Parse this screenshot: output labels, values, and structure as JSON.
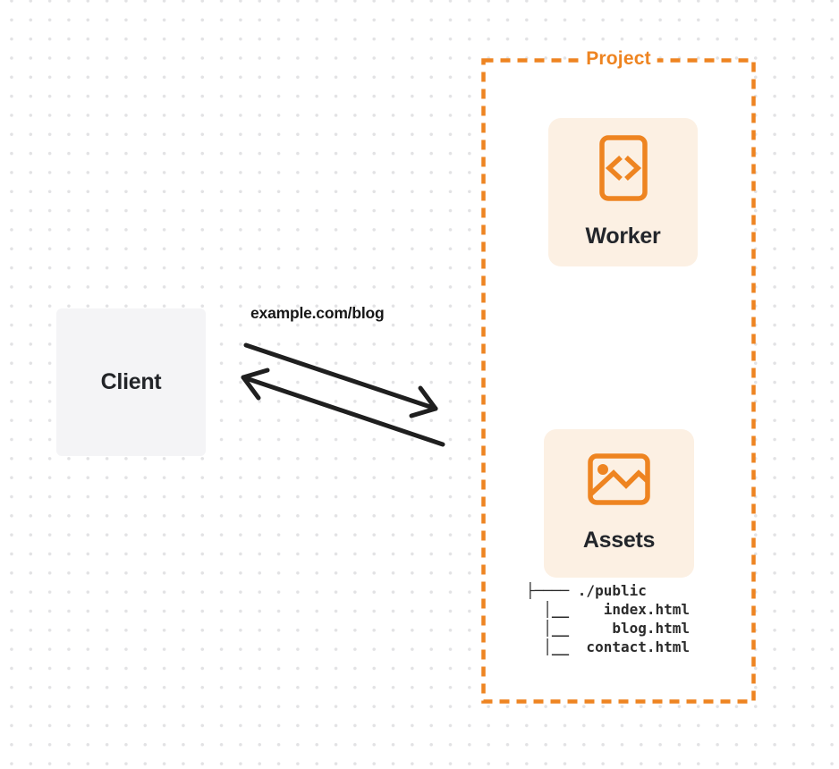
{
  "diagram": {
    "client": {
      "label": "Client"
    },
    "request_label": "example.com/blog",
    "project": {
      "label": "Project",
      "worker": {
        "label": "Worker",
        "icon": "code-document-icon"
      },
      "assets": {
        "label": "Assets",
        "icon": "image-icon",
        "file_tree": "├──── ./public\n  │__    index.html\n  │__     blog.html\n  │__  contact.html"
      }
    },
    "arrows": {
      "request_direction": "client-to-project",
      "response_direction": "project-to-client"
    },
    "colors": {
      "orange": "#ee8421",
      "card_background": "#fcf0e3",
      "client_background": "#f4f4f6",
      "arrow": "#1f1f1f",
      "dark_text": "#23262b",
      "dot_grid": "#e2e2e4"
    }
  }
}
